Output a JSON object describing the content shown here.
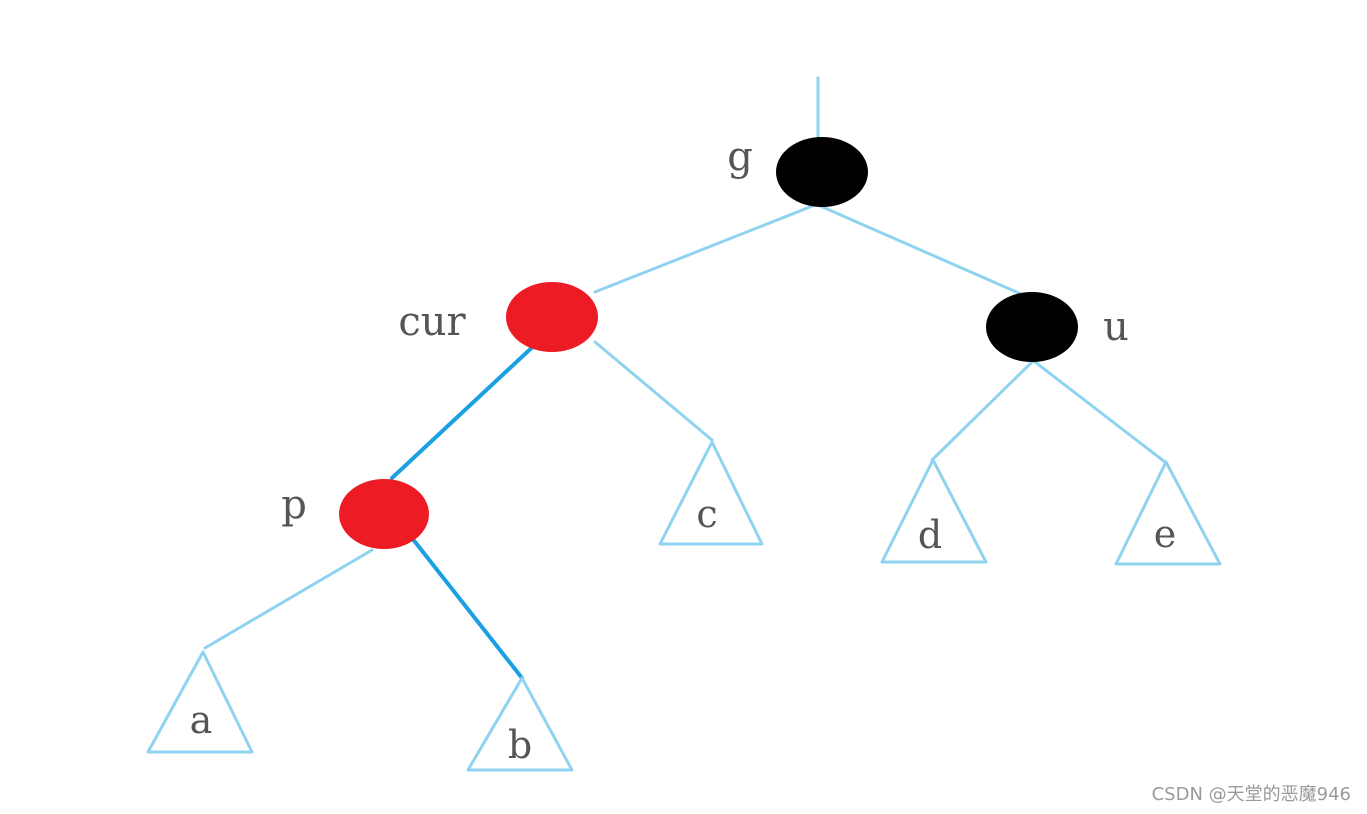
{
  "nodes": {
    "g": {
      "label": "g",
      "color": "#000000"
    },
    "cur": {
      "label": "cur",
      "color": "#ed1c24"
    },
    "u": {
      "label": "u",
      "color": "#000000"
    },
    "p": {
      "label": "p",
      "color": "#ed1c24"
    }
  },
  "subtrees": {
    "a": {
      "label": "a"
    },
    "b": {
      "label": "b"
    },
    "c": {
      "label": "c"
    },
    "d": {
      "label": "d"
    },
    "e": {
      "label": "e"
    }
  },
  "colors": {
    "edge_light": "#8fd3f0",
    "edge_bold": "#1ba0e2",
    "red_node": "#ed1c24",
    "black_node": "#000000"
  },
  "watermark": "CSDN @天堂的恶魔946"
}
